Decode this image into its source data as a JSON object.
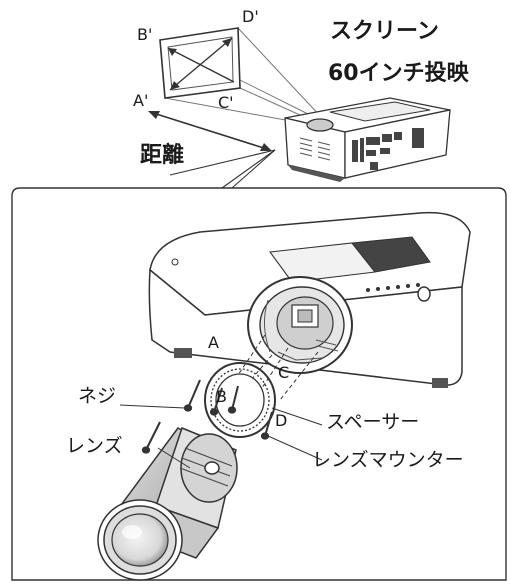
{
  "top": {
    "screen_label": "スクリーン",
    "size_label": "60インチ投映",
    "distance_label": "距離",
    "corners": {
      "a": "A'",
      "b": "B'",
      "c": "C'",
      "d": "D'"
    }
  },
  "detail": {
    "points": {
      "a": "A",
      "b": "B",
      "c": "C",
      "d": "D"
    },
    "screw_label": "ネジ",
    "lens_label": "レンズ",
    "spacer_label": "スペーサー",
    "mounter_label": "レンズマウンター"
  }
}
